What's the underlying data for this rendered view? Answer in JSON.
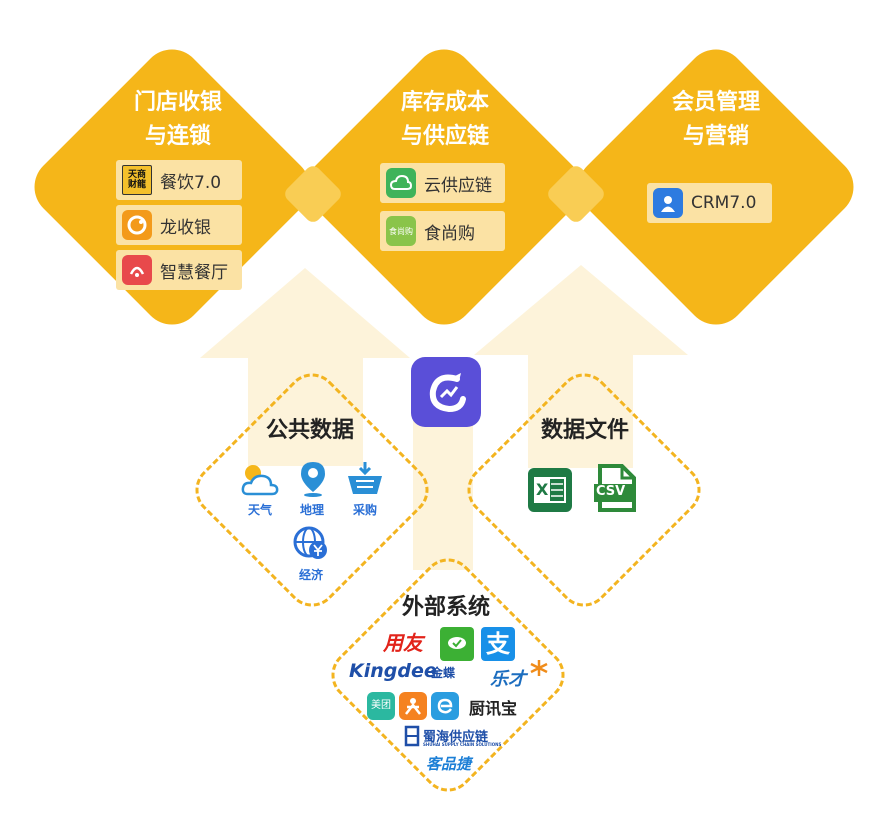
{
  "diamonds": [
    {
      "title": [
        "门店收银",
        "与连锁"
      ],
      "items": [
        {
          "label": "餐饮7.0",
          "icon": "tianshang-icon",
          "icon_text": "天商\n财龍"
        },
        {
          "label": "龙收银",
          "icon": "dragon-orange-icon"
        },
        {
          "label": "智慧餐厅",
          "icon": "smart-restaurant-icon"
        }
      ]
    },
    {
      "title": [
        "库存成本",
        "与供应链"
      ],
      "items": [
        {
          "label": "云供应链",
          "icon": "cloud-icon"
        },
        {
          "label": "食尚购",
          "icon": "shishanggou-icon",
          "icon_text": "食尚购"
        }
      ]
    },
    {
      "title": [
        "会员管理",
        "与营销"
      ],
      "items": [
        {
          "label": "CRM7.0",
          "icon": "crm-user-icon"
        }
      ]
    }
  ],
  "public_data": {
    "title": "公共数据",
    "items": [
      {
        "label": "天气",
        "icon": "weather-icon"
      },
      {
        "label": "地理",
        "icon": "location-pin-icon"
      },
      {
        "label": "采购",
        "icon": "basket-icon"
      },
      {
        "label": "经济",
        "icon": "globe-yen-icon"
      }
    ]
  },
  "data_files": {
    "title": "数据文件",
    "items": [
      {
        "label": "X",
        "icon": "excel-icon"
      },
      {
        "label": "CSV",
        "icon": "csv-icon"
      }
    ]
  },
  "external_systems": {
    "title": "外部系统",
    "logos": {
      "yonyou": "用友",
      "wechat_pay": "微信支付",
      "alipay": "支",
      "kingdee": "Kingdee",
      "kingdee_cn": "金蝶",
      "lecai": "乐才",
      "meituan": "美团",
      "chuxunbao": "厨讯宝",
      "shuhai": "蜀海供应链",
      "shuhai_en": "SHUHAI SUPPLY CHAIN SOLUTIONS",
      "kepinjie": "客品捷"
    }
  },
  "colors": {
    "yellow": "#f5b619",
    "chip": "#fbe2a4",
    "dash": "#f3b420",
    "hub": "#5a4fd8",
    "icon_blue": "#2a6fd6"
  }
}
